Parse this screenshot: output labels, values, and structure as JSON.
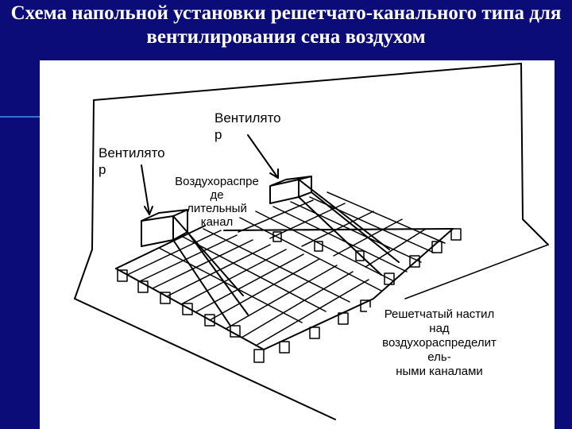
{
  "title": "Схема напольной установки решетчато-канального типа для вентилирования сена воздухом",
  "labels": {
    "fan_top": "Вентилято\nр",
    "fan_left": "Вентилято\nр",
    "air_channel": "Воздухораспре\nде\nлительный\nканал",
    "grate": "Решетчатый настил\nнад\nвоздухораспределит\nель-\nными каналами"
  },
  "colors": {
    "background": "#0c0c78",
    "title": "#ffffff",
    "figure_bg": "#ffffff",
    "ink": "#000000"
  }
}
